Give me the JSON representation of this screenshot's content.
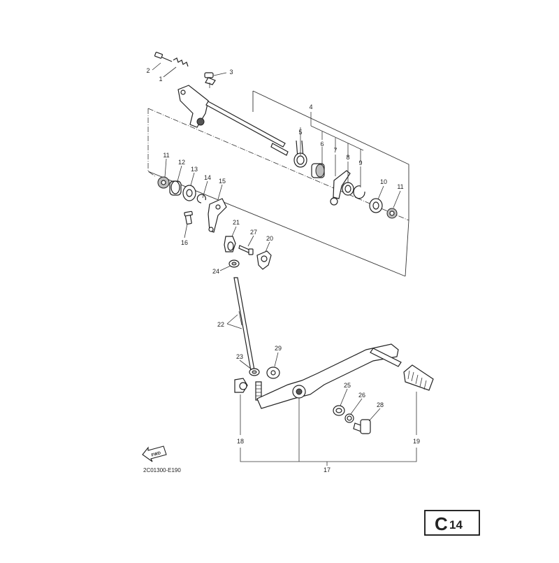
{
  "diagram": {
    "code": "2C01300-E190",
    "fwd": "FWD",
    "page": {
      "letter": "C",
      "number": "14"
    }
  },
  "callouts": {
    "c1": "1",
    "c2": "2",
    "c3": "3",
    "c4": "4",
    "c5": "5",
    "c6": "6",
    "c7": "7",
    "c8": "8",
    "c9": "9",
    "c10": "10",
    "c11a": "11",
    "c11b": "11",
    "c12": "12",
    "c13": "13",
    "c14": "14",
    "c15": "15",
    "c16": "16",
    "c17": "17",
    "c18": "18",
    "c19": "19",
    "c20": "20",
    "c21": "21",
    "c22": "22",
    "c23": "23",
    "c24": "24",
    "c25": "25",
    "c26": "26",
    "c27": "27",
    "c28": "28",
    "c29": "29"
  }
}
